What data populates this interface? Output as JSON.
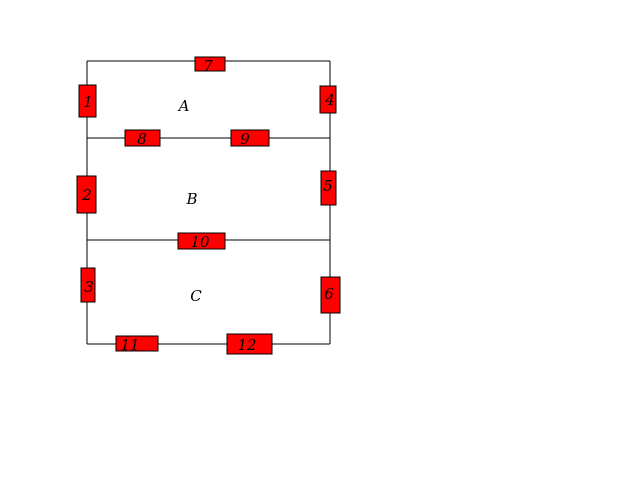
{
  "colors": {
    "resistor_fill": "#ff0000",
    "wire": "#000000",
    "background": "#ffffff"
  },
  "regions": [
    {
      "id": "A",
      "label": "A"
    },
    {
      "id": "B",
      "label": "B"
    },
    {
      "id": "C",
      "label": "C"
    }
  ],
  "resistors": [
    {
      "id": "r1",
      "label": "1"
    },
    {
      "id": "r2",
      "label": "2"
    },
    {
      "id": "r3",
      "label": "3"
    },
    {
      "id": "r4",
      "label": "4"
    },
    {
      "id": "r5",
      "label": "5"
    },
    {
      "id": "r6",
      "label": "6"
    },
    {
      "id": "r7",
      "label": "7"
    },
    {
      "id": "r8",
      "label": "8"
    },
    {
      "id": "r9",
      "label": "9"
    },
    {
      "id": "r10",
      "label": "10"
    },
    {
      "id": "r11",
      "label": "11"
    },
    {
      "id": "r12",
      "label": "12"
    }
  ]
}
